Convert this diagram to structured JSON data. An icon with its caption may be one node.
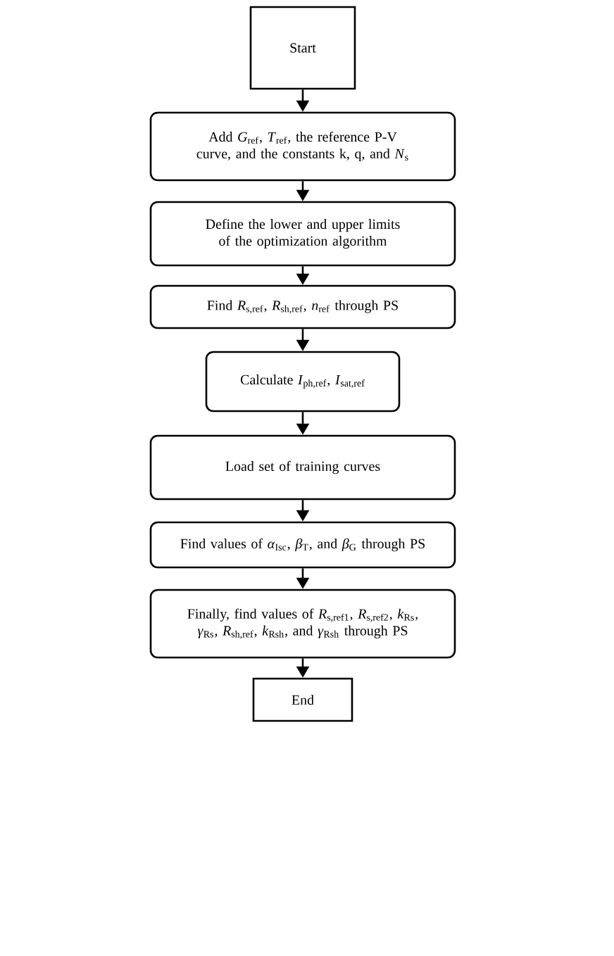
{
  "diagram": {
    "nodes": [
      {
        "text": [
          "Start"
        ]
      },
      {
        "text": [
          "Add *G*$_{ref}$, *T*$_{ref}$, the reference P-V curve, and the constants k, q, and *N*$_{s}$"
        ]
      },
      {
        "text": [
          "Define the lower and upper limits of the optimization algorithm"
        ]
      },
      {
        "text": [
          "Find *R*$_{s,ref}$, *R*$_{sh,ref}$, *n*$_{ref}$ through PS"
        ]
      },
      {
        "text": [
          "Calculate *I*$_{ph,ref}$, *I*$_{sat,ref}$"
        ]
      },
      {
        "text": [
          "Load set of training curves"
        ]
      },
      {
        "text": [
          "Find values of *α*$_{Isc}$, *β*$_{T}$, and *β*$_{G}$ through PS"
        ]
      },
      {
        "text": [
          "Finally, find values of *R*$_{s,ref1}$, *R*$_{s,ref2}$, *k*$_{Rs}$, *γ*$_{Rs}$, *R*$_{sh,ref}$, *k*$_{Rsh}$, and *γ*$_{Rsh}$ through PS"
        ]
      },
      {
        "text": [
          "End"
        ]
      }
    ],
    "edges": [
      {
        "from": 0,
        "to": 1,
        "arrow": "to"
      },
      {
        "from": 1,
        "to": 2,
        "arrow": "to"
      },
      {
        "from": 2,
        "to": 3,
        "arrow": "to"
      },
      {
        "from": 3,
        "to": 4,
        "arrow": "to"
      },
      {
        "from": 4,
        "to": 5,
        "arrow": "to"
      },
      {
        "from": 5,
        "to": 6,
        "arrow": "to"
      },
      {
        "from": 6,
        "to": 7,
        "arrow": "to"
      },
      {
        "from": 7,
        "to": 8,
        "arrow": "to"
      }
    ]
  }
}
